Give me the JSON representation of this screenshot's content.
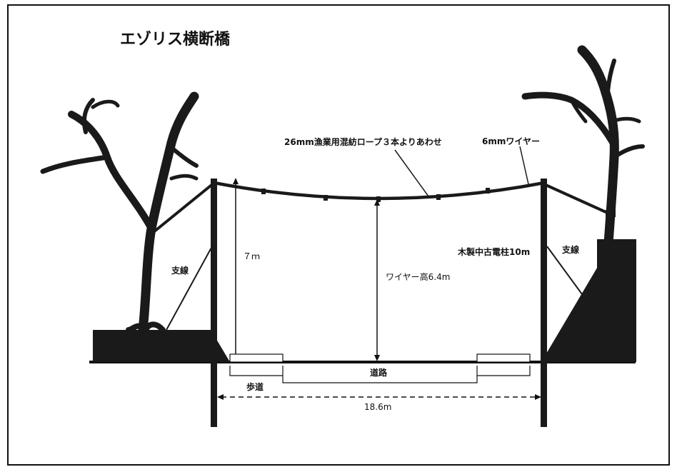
{
  "title": "エゾリス横断橋",
  "labels": {
    "rope": "26mm漁業用混紡ロープ３本よりあわせ",
    "wire": "6mmワイヤー",
    "height_7m": "７ｍ",
    "wire_height": "ワイヤー高6.4m",
    "pole": "木製中古電柱10m",
    "guy_left": "支線",
    "guy_right": "支線",
    "road": "道路",
    "sidewalk": "歩道",
    "span": "18.6m"
  },
  "colors": {
    "ink": "#111111",
    "paper": "#ffffff"
  }
}
